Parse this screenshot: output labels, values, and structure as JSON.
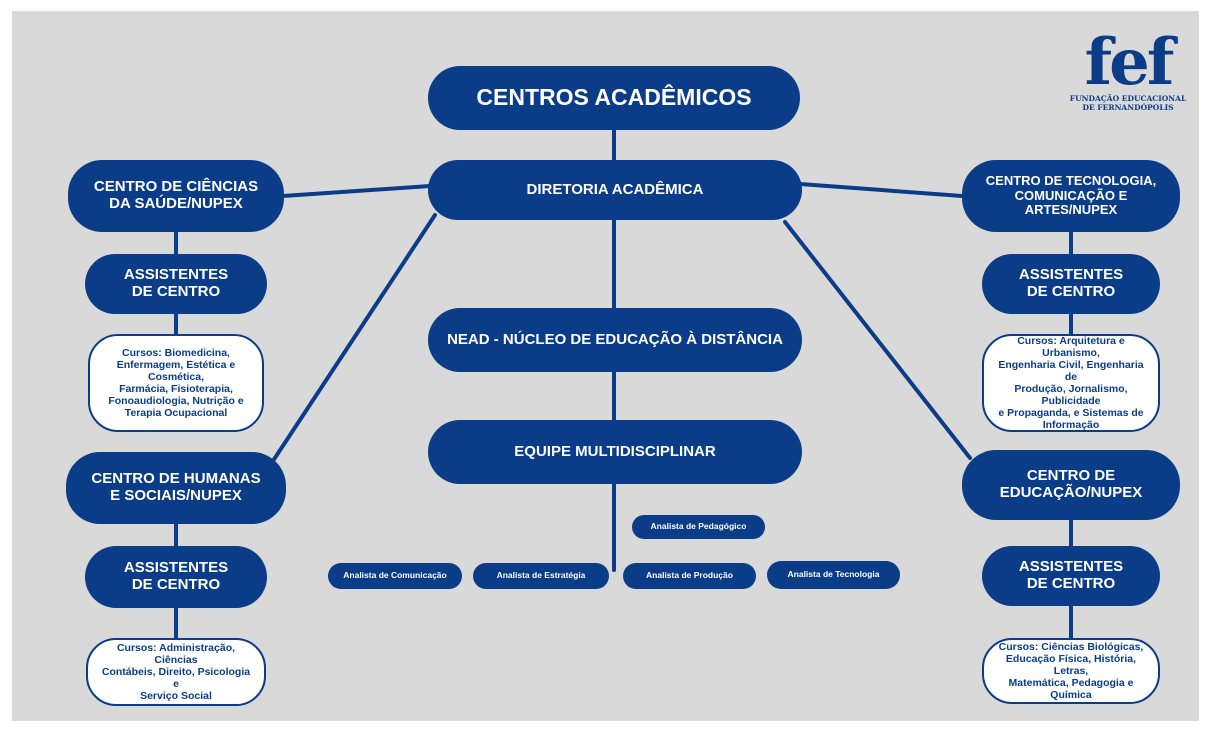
{
  "title": "CENTROS ACADÊMICOS",
  "logo": {
    "mark": "fef",
    "subtitle": "FUNDAÇÃO EDUCACIONAL\nDE FERNANDÓPOLIS"
  },
  "diretoria": "DIRETORIA ACADÊMICA",
  "nead": "NEAD - NÚCLEO DE EDUCAÇÃO À DISTÂNCIA",
  "equipe": "EQUIPE MULTIDISCIPLINAR",
  "analysts": {
    "pedagogico": "Analista de Pedagógico",
    "comunicacao": "Analista de Comunicação",
    "estrategia": "Analista de Estratégia",
    "producao": "Analista de Produção",
    "tecnologia": "Analista de Tecnologia"
  },
  "centers": {
    "saude": {
      "name": "CENTRO DE CIÊNCIAS\nDA SAÚDE/NUPEX",
      "assistants": "ASSISTENTES\nDE CENTRO",
      "courses": "Cursos: Biomedicina,\nEnfermagem, Estética e Cosmética,\nFarmácia, Fisioterapia,\nFonoaudiologia, Nutrição e\nTerapia Ocupacional"
    },
    "humanas": {
      "name": "CENTRO DE HUMANAS\nE SOCIAIS/NUPEX",
      "assistants": "ASSISTENTES\nDE CENTRO",
      "courses": "Cursos: Administração, Ciências\nContábeis, Direito, Psicologia e\nServiço Social"
    },
    "tecnologia": {
      "name": "CENTRO DE TECNOLOGIA,\nCOMUNICAÇÃO E\nARTES/NUPEX",
      "assistants": "ASSISTENTES\nDE CENTRO",
      "courses": "Cursos: Arquitetura e Urbanismo,\nEngenharia Civil, Engenharia de\nProdução, Jornalismo, Publicidade\ne Propaganda, e Sistemas de\nInformação"
    },
    "educacao": {
      "name": "CENTRO DE\nEDUCAÇÃO/NUPEX",
      "assistants": "ASSISTENTES\nDE CENTRO",
      "courses": "Cursos: Ciências Biológicas,\nEducação Física, História, Letras,\nMatemática, Pedagogia e Química"
    }
  },
  "colors": {
    "primary": "#0b3c87",
    "background": "#d9d9d9",
    "node_text": "#ffffff"
  }
}
